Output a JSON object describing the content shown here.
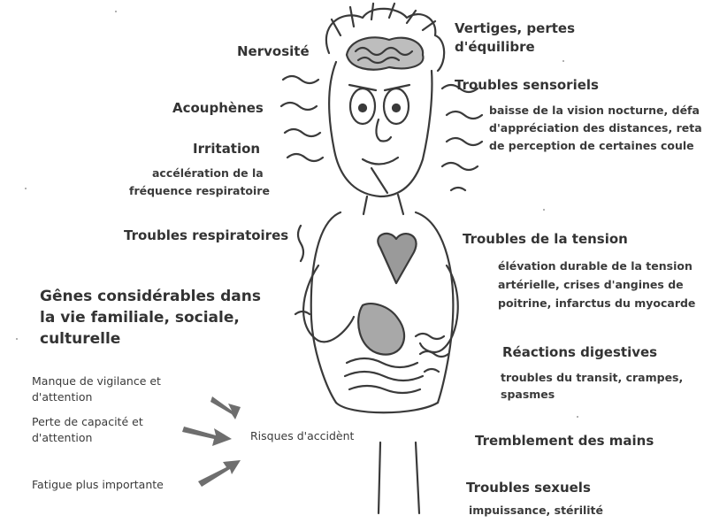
{
  "effects": {
    "nervosite": "Nervosité",
    "vertiges_line1": "Vertiges, pertes",
    "vertiges_line2": "d'équilibre",
    "troubles_sensoriels": "Troubles sensoriels",
    "sensoriels_detail_1": "baisse de la vision nocturne, défa",
    "sensoriels_detail_2": "d'appréciation des distances, reta",
    "sensoriels_detail_3": "de perception de certaines coule",
    "acouphenes": "Acouphènes",
    "irritation": "Irritation",
    "irritation_detail_1": "accélération de la",
    "irritation_detail_2": "fréquence respiratoire",
    "troubles_respiratoires": "Troubles respiratoires",
    "troubles_tension": "Troubles de la tension",
    "tension_detail_1": "élévation durable de la tension",
    "tension_detail_2": "artérielle, crises d'angines de",
    "tension_detail_3": "poitrine, infarctus du myocarde",
    "genes_line1": "Gênes considérables dans",
    "genes_line2": "la vie familiale, sociale,",
    "genes_line3": "culturelle",
    "reactions_digestives": "Réactions digestives",
    "digestives_detail_1": "troubles du transit, crampes,",
    "digestives_detail_2": "spasmes",
    "tremblement": "Tremblement des mains",
    "troubles_sexuels": "Troubles sexuels",
    "sexuels_detail": "impuissance, stérilité"
  },
  "risks": {
    "vigilance_line1": "Manque de vigilance et",
    "vigilance_line2": "d'attention",
    "capacite_line1": "Perte de capacité et",
    "capacite_line2": "d'attention",
    "fatigue": "Fatigue plus importante",
    "risques": "Risques d'accidènt"
  },
  "colors": {
    "text": "#2b2b2b",
    "sketch": "#3a3a3a",
    "organ_shade": "#8a8a8a",
    "arrow": "#6e6e6e"
  }
}
